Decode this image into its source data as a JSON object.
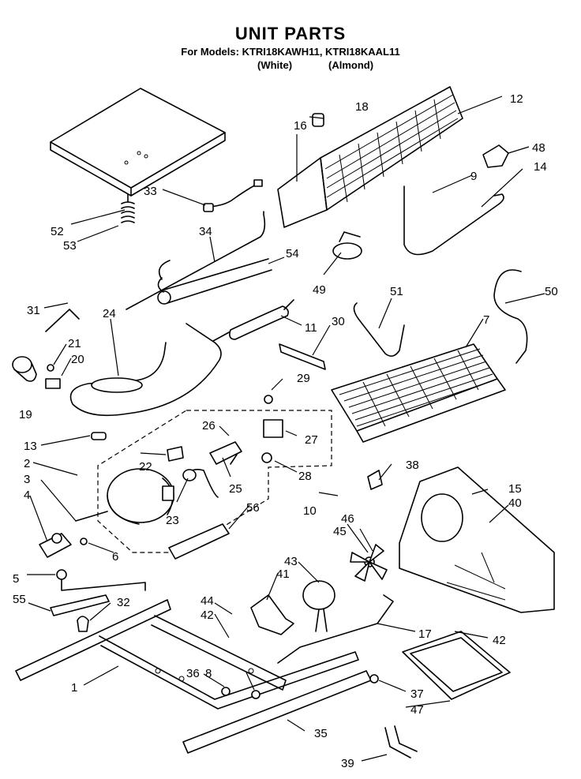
{
  "header": {
    "title": "UNIT PARTS",
    "models": "For Models: KTRI18KAWH11, KTRI18KAAL11",
    "color_white": "(White)",
    "color_almond": "(Almond)"
  },
  "callouts": {
    "n1": "1",
    "n2": "2",
    "n3": "3",
    "n4": "4",
    "n5": "5",
    "n6": "6",
    "n7": "7",
    "n8": "8",
    "n9": "9",
    "n10": "10",
    "n11": "11",
    "n12": "12",
    "n13": "13",
    "n14": "14",
    "n15": "15",
    "n16": "16",
    "n17": "17",
    "n18": "18",
    "n19": "19",
    "n20": "20",
    "n21": "21",
    "n22": "22",
    "n23": "23",
    "n24": "24",
    "n25": "25",
    "n26": "26",
    "n27": "27",
    "n28": "28",
    "n29": "29",
    "n30": "30",
    "n31": "31",
    "n32": "32",
    "n33": "33",
    "n34": "34",
    "n35": "35",
    "n36": "36",
    "n37": "37",
    "n38": "38",
    "n39": "39",
    "n40": "40",
    "n41": "41",
    "n42": "42",
    "n43": "43",
    "n44": "44",
    "n45": "45",
    "n46": "46",
    "n47": "47",
    "n48": "48",
    "n49": "49",
    "n50": "50",
    "n51": "51",
    "n52": "52",
    "n53": "53",
    "n54": "54",
    "n55": "55",
    "n56": "56"
  }
}
